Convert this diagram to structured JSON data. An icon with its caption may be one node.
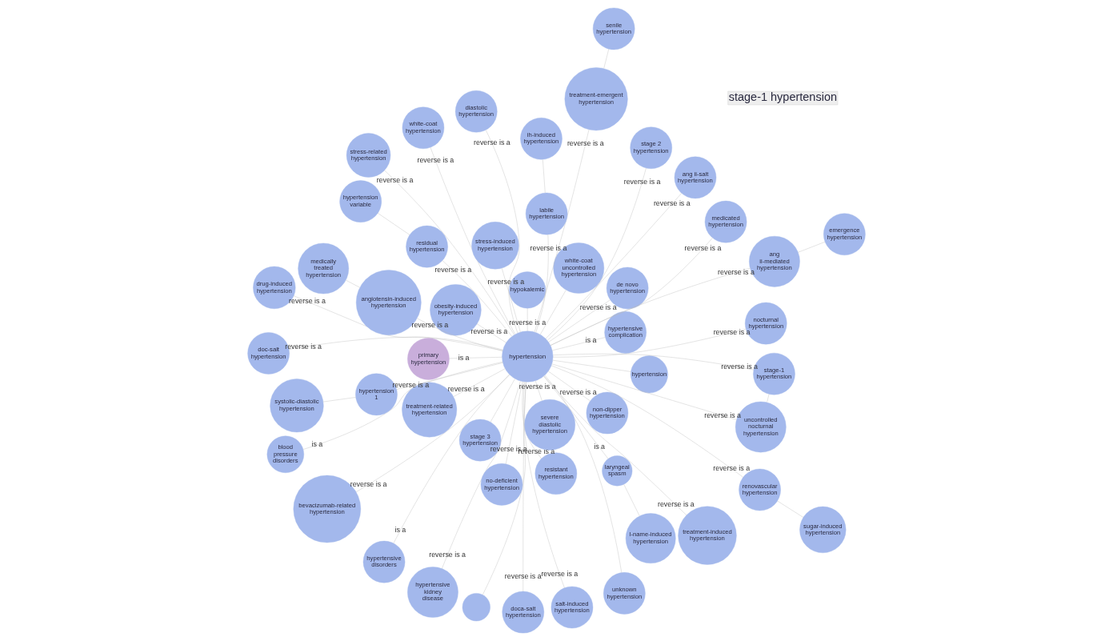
{
  "diagram": {
    "nodes": [
      {
        "text": [
          "hypertension"
        ]
      },
      {
        "text": [
          "hypertension"
        ]
      },
      {
        "text": [],
        "shape": "circle"
      },
      {
        "text": [
          "white-coat uncontrolled hypertension"
        ]
      },
      {
        "text": [
          "unknown hypertension"
        ]
      },
      {
        "text": [
          "stage 3 hypertension"
        ]
      },
      {
        "text": [
          "bevacizumab-related hypertension"
        ]
      },
      {
        "text": [
          "non-dipper hypertension"
        ]
      },
      {
        "text": [
          "hypertensive kidney disease"
        ]
      },
      {
        "text": [
          "resistant hypertension"
        ]
      },
      {
        "text": [
          "doca-salt hypertension"
        ]
      },
      {
        "text": [
          "treatment-related hypertension"
        ]
      },
      {
        "text": [
          "nocturnal hypertension"
        ]
      },
      {
        "text": [
          "de novo hypertension"
        ]
      },
      {
        "text": [
          "white-coat hypertension"
        ]
      },
      {
        "text": [
          "severe diastolic hypertension"
        ]
      },
      {
        "text": [
          "salt-induced hypertension"
        ]
      },
      {
        "text": [
          "obesity-induced hypertension"
        ]
      },
      {
        "text": [
          "drug-induced hypertension"
        ]
      },
      {
        "text": [
          "primary hypertension"
        ]
      },
      {
        "text": [
          "blood pressure disorders"
        ]
      },
      {
        "text": [
          "medically treated hypertension"
        ]
      },
      {
        "text": [
          "stage 2 hypertension"
        ]
      },
      {
        "text": [
          "angiotensin-induced hypertension"
        ]
      },
      {
        "text": [
          "stress-related hypertension"
        ]
      },
      {
        "text": [
          "no-deficient hypertension"
        ]
      },
      {
        "text": [
          "stage-1 hypertension"
        ]
      },
      {
        "text": [
          "laryngeal spasm"
        ]
      },
      {
        "text": [
          "uncontrolled nocturnal hypertension"
        ]
      },
      {
        "text": [
          "l-name-induced hypertension"
        ]
      },
      {
        "text": [
          "diastolic hypertension"
        ]
      },
      {
        "text": [
          "hypertensive complication"
        ]
      },
      {
        "text": [
          "hypertensive disorders"
        ]
      },
      {
        "text": [
          "hypokalemic"
        ]
      },
      {
        "text": [
          "ang ii-salt hypertension"
        ]
      },
      {
        "text": [
          "hypertension 1"
        ]
      },
      {
        "text": [
          "renovascular hypertension"
        ]
      },
      {
        "text": [
          "residual hypertension"
        ]
      },
      {
        "text": [
          "doc-salt hypertension"
        ]
      },
      {
        "text": [
          "systolic-diastolic hypertension"
        ]
      },
      {
        "text": [
          "treatment-emergent hypertension"
        ]
      },
      {
        "text": [
          "stress-induced hypertension"
        ]
      },
      {
        "text": [
          "ang ii-mediated hypertension"
        ]
      },
      {
        "text": [
          "labile hypertension"
        ]
      },
      {
        "text": [
          "senile hypertension"
        ]
      },
      {
        "text": [
          "hypertension variable"
        ]
      },
      {
        "text": [
          "treatment-induced hypertension"
        ]
      },
      {
        "text": [
          "sugar-induced hypertension"
        ]
      },
      {
        "text": [
          "medicated hypertension"
        ]
      },
      {
        "text": [
          "emergence hypertension"
        ]
      },
      {
        "text": [
          "ih-induced hypertension"
        ]
      }
    ],
    "edges": [
      {
        "from": 0,
        "to": 1,
        "arrow": "none"
      },
      {
        "from": 0,
        "to": 2,
        "arrow": "none"
      },
      {
        "from": 0,
        "to": 3,
        "arrow": "none"
      },
      {
        "from": 0,
        "to": 4,
        "arrow": "none"
      },
      {
        "from": 0,
        "to": 5,
        "arrow": "none"
      },
      {
        "from": 0,
        "to": 6,
        "arrow": "none",
        "label": "reverse is a"
      },
      {
        "from": 0,
        "to": 7,
        "arrow": "none",
        "label": "reverse is a"
      },
      {
        "from": 0,
        "to": 8,
        "arrow": "none",
        "label": "reverse is a"
      },
      {
        "from": 0,
        "to": 9,
        "arrow": "none",
        "label": "reverse is a"
      },
      {
        "from": 0,
        "to": 10,
        "arrow": "none",
        "label": "reverse is a"
      },
      {
        "from": 0,
        "to": 11,
        "arrow": "none",
        "label": "reverse is a"
      },
      {
        "from": 0,
        "to": 12,
        "arrow": "none",
        "label": "reverse is a"
      },
      {
        "from": 0,
        "to": 13,
        "arrow": "none",
        "label": "reverse is a"
      },
      {
        "from": 0,
        "to": 14,
        "arrow": "none",
        "label": "reverse is a"
      },
      {
        "from": 0,
        "to": 15,
        "arrow": "none",
        "label": "reverse is a"
      },
      {
        "from": 0,
        "to": 16,
        "arrow": "none",
        "label": "reverse is a"
      },
      {
        "from": 0,
        "to": 17,
        "arrow": "none",
        "label": "reverse is a"
      },
      {
        "from": 0,
        "to": 18,
        "arrow": "none",
        "label": "reverse is a"
      },
      {
        "from": 19,
        "to": 0,
        "arrow": "none",
        "label": "is a"
      },
      {
        "from": 0,
        "to": 20,
        "arrow": "none",
        "label": "is a"
      },
      {
        "from": 21,
        "to": 23,
        "arrow": "none"
      },
      {
        "from": 0,
        "to": 22,
        "arrow": "none",
        "label": "reverse is a"
      },
      {
        "from": 0,
        "to": 23,
        "arrow": "none",
        "label": "reverse is a"
      },
      {
        "from": 0,
        "to": 24,
        "arrow": "none",
        "label": "reverse is a"
      },
      {
        "from": 0,
        "to": 25,
        "arrow": "none",
        "label": "reverse is a"
      },
      {
        "from": 0,
        "to": 26,
        "arrow": "none",
        "label": "reverse is a"
      },
      {
        "from": 0,
        "to": 27,
        "arrow": "none",
        "label": "is a"
      },
      {
        "from": 0,
        "to": 28,
        "arrow": "none",
        "label": "reverse is a"
      },
      {
        "from": 28,
        "to": 26,
        "arrow": "none"
      },
      {
        "from": 29,
        "to": 27,
        "arrow": "none"
      },
      {
        "from": 0,
        "to": 30,
        "arrow": "none",
        "label": "reverse is a"
      },
      {
        "from": 0,
        "to": 31,
        "arrow": "none",
        "label": "is a"
      },
      {
        "from": 0,
        "to": 32,
        "arrow": "none",
        "label": "is a"
      },
      {
        "from": 0,
        "to": 33,
        "arrow": "none",
        "label": "reverse is a"
      },
      {
        "from": 0,
        "to": 34,
        "arrow": "none",
        "label": "reverse is a"
      },
      {
        "from": 0,
        "to": 35,
        "arrow": "none",
        "label": "reverse is a"
      },
      {
        "from": 0,
        "to": 36,
        "arrow": "none",
        "label": "reverse is a"
      },
      {
        "from": 0,
        "to": 37,
        "arrow": "none",
        "label": "reverse is a"
      },
      {
        "from": 0,
        "to": 38,
        "arrow": "none",
        "label": "reverse is a"
      },
      {
        "from": 39,
        "to": 35,
        "arrow": "none"
      },
      {
        "from": 0,
        "to": 40,
        "arrow": "none",
        "label": "reverse is a"
      },
      {
        "from": 0,
        "to": 41,
        "arrow": "none",
        "label": "reverse is a"
      },
      {
        "from": 0,
        "to": 42,
        "arrow": "none",
        "label": "reverse is a"
      },
      {
        "from": 0,
        "to": 43,
        "arrow": "none",
        "label": "reverse is a"
      },
      {
        "from": 44,
        "to": 40,
        "arrow": "none"
      },
      {
        "from": 45,
        "to": 37,
        "arrow": "none"
      },
      {
        "from": 0,
        "to": 46,
        "arrow": "none",
        "label": "reverse is a"
      },
      {
        "from": 47,
        "to": 36,
        "arrow": "none"
      },
      {
        "from": 0,
        "to": 48,
        "arrow": "none",
        "label": "reverse is a"
      },
      {
        "from": 49,
        "to": 42,
        "arrow": "none"
      },
      {
        "from": 50,
        "to": 43,
        "arrow": "none"
      }
    ],
    "labels": [
      "stage-1 hypertension"
    ]
  }
}
